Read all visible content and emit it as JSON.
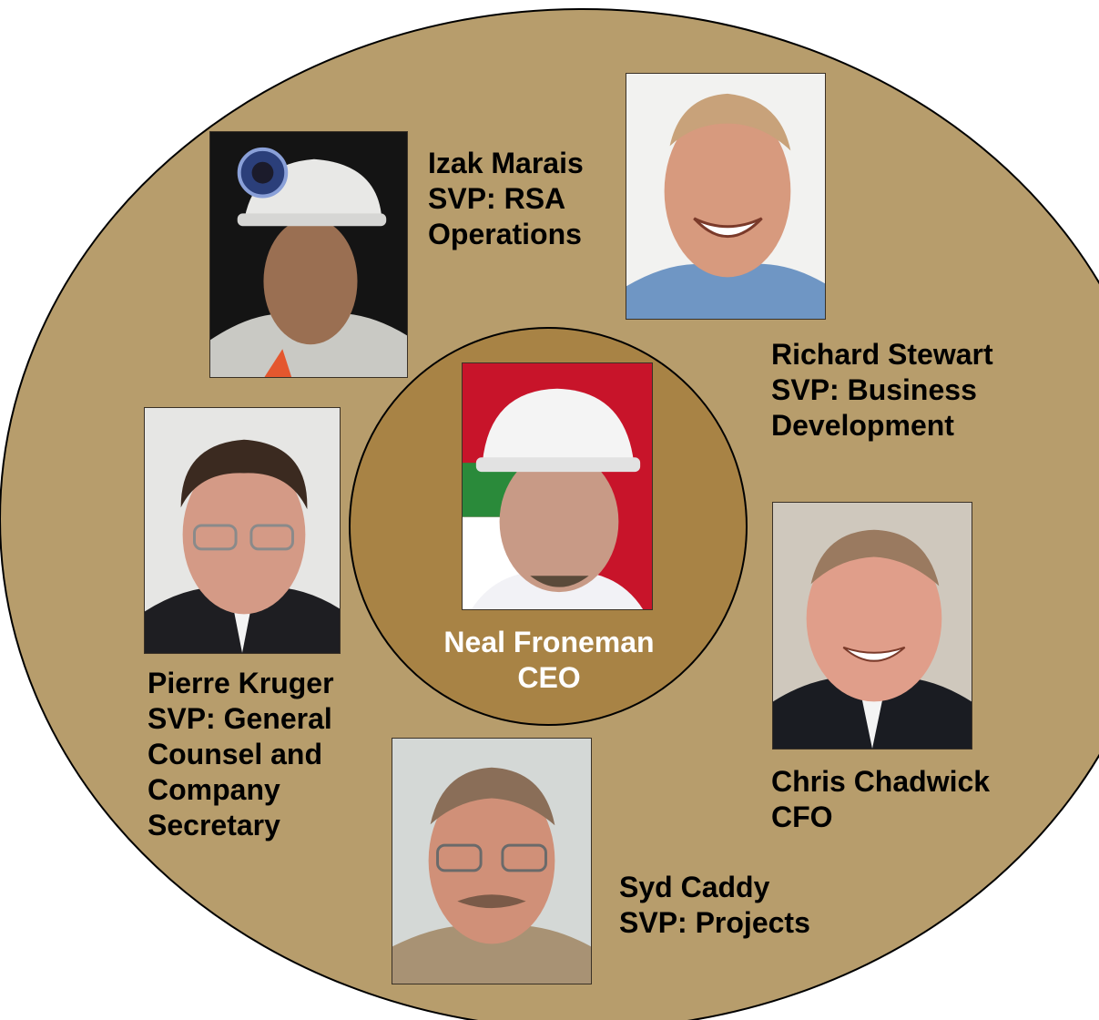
{
  "colors": {
    "outer_circle": "#b79d6c",
    "inner_circle": "#a88345",
    "outline": "#000000",
    "label_text": "#000000",
    "center_label_text": "#ffffff",
    "page_background": "#ffffff"
  },
  "center": {
    "name": "Neal Froneman",
    "title": "CEO",
    "icon": "photo-hard-hat-portrait"
  },
  "people": [
    {
      "id": "izak",
      "name": "Izak Marais",
      "title_lines": [
        "SVP: RSA",
        "Operations"
      ],
      "icon": "photo-miner-headlamp-portrait"
    },
    {
      "id": "richard",
      "name": "Richard Stewart",
      "title_lines": [
        "SVP: Business",
        "Development"
      ],
      "icon": "photo-portrait"
    },
    {
      "id": "pierre",
      "name": "Pierre Kruger",
      "title_lines": [
        "SVP: General",
        "Counsel and",
        "Company",
        "Secretary"
      ],
      "icon": "photo-portrait-glasses"
    },
    {
      "id": "chris",
      "name": "Chris Chadwick",
      "title_lines": [
        "CFO"
      ],
      "icon": "photo-portrait"
    },
    {
      "id": "syd",
      "name": "Syd Caddy",
      "title_lines": [
        "SVP: Projects"
      ],
      "icon": "photo-portrait-glasses"
    }
  ]
}
